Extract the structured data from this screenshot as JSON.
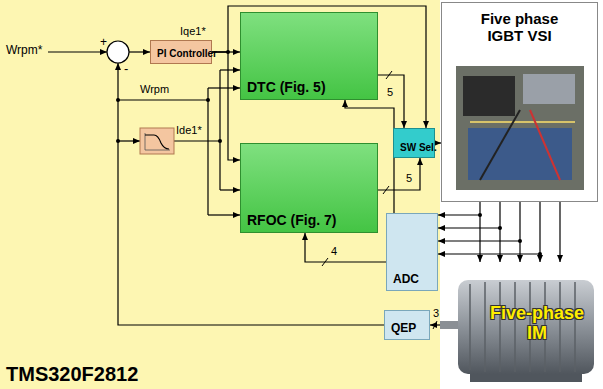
{
  "diagram": {
    "nodes": [
      {
        "text": [
          "TMS320F2812"
        ]
      },
      {
        "text": [
          "PI Controller"
        ],
        "in": 0
      },
      {
        "text": [
          "DTC (Fig. 5)"
        ],
        "in": 0
      },
      {
        "text": [
          "RFOC (Fig. 7)"
        ],
        "in": 0
      },
      {
        "text": [
          "SW Sel."
        ],
        "in": 0
      },
      {
        "text": [
          "ADC"
        ],
        "in": 0
      },
      {
        "text": [
          "QEP"
        ],
        "in": 0
      },
      {
        "text": [
          "Five phase IGBT VSI"
        ]
      },
      {
        "text": [
          "Five-phase IM"
        ]
      }
    ],
    "edges": [
      {
        "from": 1,
        "to": 2,
        "arrow": "to"
      },
      {
        "from": 1,
        "to": 3,
        "arrow": "to"
      },
      {
        "from": 1,
        "to": 4,
        "arrow": "to"
      },
      {
        "from": 2,
        "to": 4,
        "label": "5",
        "arrow": "to"
      },
      {
        "from": 3,
        "to": 4,
        "label": "5",
        "arrow": "to"
      },
      {
        "from": 4,
        "to": 7,
        "arrow": "to"
      },
      {
        "from": 7,
        "to": 8,
        "arrow": "to"
      },
      {
        "from": 8,
        "to": 5,
        "arrow": "to"
      },
      {
        "from": 5,
        "to": 2,
        "arrow": "to"
      },
      {
        "from": 5,
        "to": 3,
        "label": "4",
        "arrow": "to"
      },
      {
        "from": 8,
        "to": 6,
        "label": "3",
        "arrow": "to"
      }
    ],
    "labels": [
      "Wrpm*",
      "+",
      "-",
      "Wrpm",
      "Iqe1*",
      "Ide1*"
    ]
  }
}
